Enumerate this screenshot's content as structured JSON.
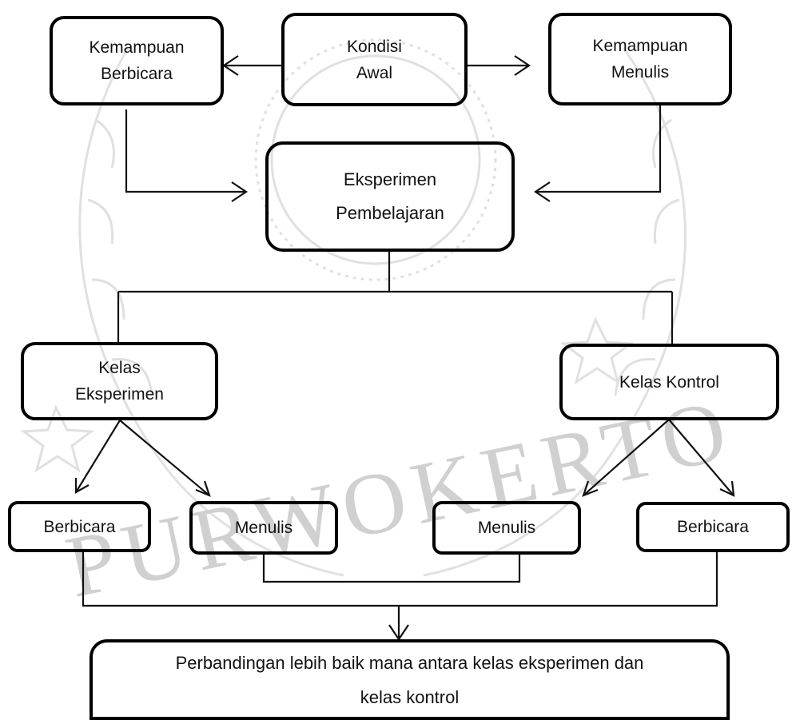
{
  "diagram": {
    "nodes": {
      "kemampuan_berbicara": [
        "Kemampuan",
        "Berbicara"
      ],
      "kondisi_awal": [
        "Kondisi",
        "Awal"
      ],
      "kemampuan_menulis": [
        "Kemampuan",
        "Menulis"
      ],
      "eksperimen_pembelajaran": [
        "Eksperimen",
        "Pembelajaran"
      ],
      "kelas_eksperimen": [
        "Kelas",
        "Eksperimen"
      ],
      "kelas_kontrol": [
        "Kelas Kontrol"
      ],
      "berbicara_left": [
        "Berbicara"
      ],
      "menulis_left": [
        "Menulis"
      ],
      "menulis_right": [
        "Menulis"
      ],
      "berbicara_right": [
        "Berbicara"
      ],
      "perbandingan": [
        "Perbandingan lebih baik mana antara kelas eksperimen dan",
        "kelas kontrol"
      ]
    },
    "edges": [
      {
        "from": "kondisi_awal",
        "to": "kemampuan_berbicara"
      },
      {
        "from": "kondisi_awal",
        "to": "kemampuan_menulis"
      },
      {
        "from": "kemampuan_berbicara",
        "to": "eksperimen_pembelajaran"
      },
      {
        "from": "kemampuan_menulis",
        "to": "eksperimen_pembelajaran"
      },
      {
        "from": "eksperimen_pembelajaran",
        "to": "kelas_eksperimen"
      },
      {
        "from": "eksperimen_pembelajaran",
        "to": "kelas_kontrol"
      },
      {
        "from": "kelas_eksperimen",
        "to": "berbicara_left"
      },
      {
        "from": "kelas_eksperimen",
        "to": "menulis_left"
      },
      {
        "from": "kelas_kontrol",
        "to": "menulis_right"
      },
      {
        "from": "kelas_kontrol",
        "to": "berbicara_right"
      },
      {
        "from": "menulis_left",
        "to": "menulis_right"
      },
      {
        "from": "berbicara_left",
        "to": "perbandingan"
      },
      {
        "from": "berbicara_right",
        "to": "perbandingan"
      }
    ]
  },
  "watermark": {
    "color": "#bcbcbc",
    "text": "PURWOKERTO",
    "logo": "university-seal"
  }
}
